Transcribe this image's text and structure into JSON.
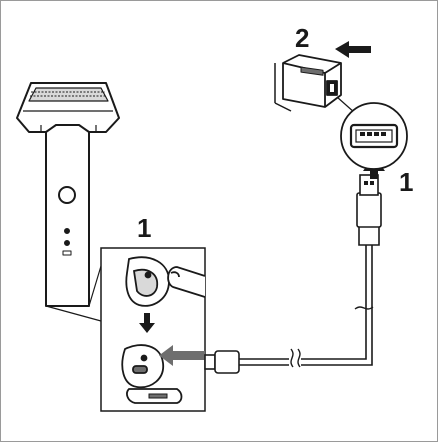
{
  "steps": {
    "step_1_device": "1",
    "step_1_cable": "1",
    "step_2_adapter": "2"
  },
  "colors": {
    "line": "#1a1a1a",
    "grey_fill": "#6e6e6e",
    "light_fill": "#d9d9d9",
    "frame": "#9a9a9a"
  },
  "icons": [
    "shaver-icon",
    "usb-cable-icon",
    "usb-c-plug-icon",
    "usb-a-plug-icon",
    "power-adapter-icon",
    "arrow-icon"
  ]
}
